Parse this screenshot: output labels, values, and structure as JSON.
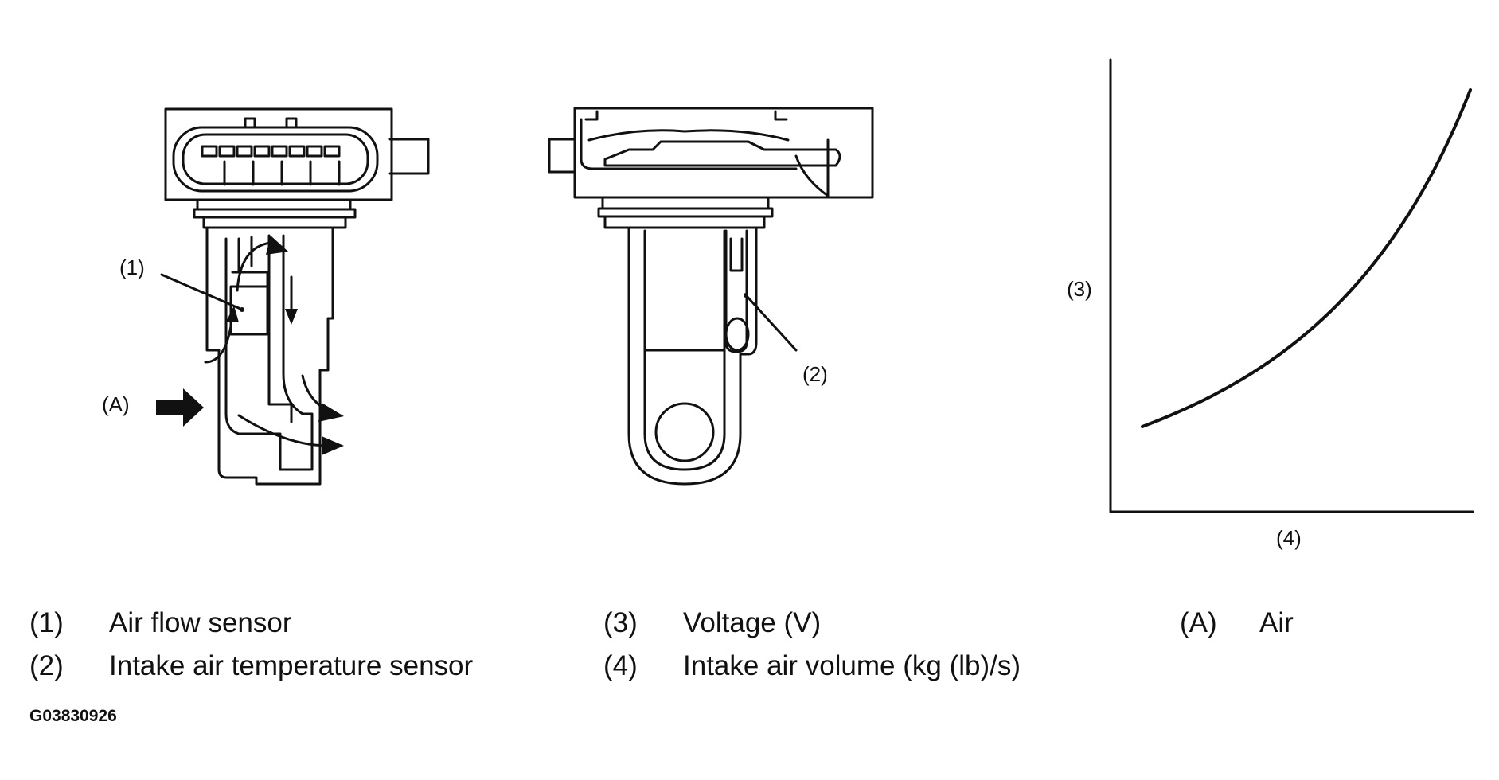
{
  "callouts": {
    "c1": "(1)",
    "c2": "(2)",
    "cA": "(A)",
    "c3": "(3)",
    "c4": "(4)"
  },
  "legend": [
    {
      "key": "(1)",
      "text": "Air flow sensor"
    },
    {
      "key": "(2)",
      "text": "Intake air temperature sensor"
    },
    {
      "key": "(3)",
      "text": "Voltage (V)"
    },
    {
      "key": "(4)",
      "text": "Intake air volume (kg (lb)/s)"
    },
    {
      "key": "(A)",
      "text": "Air"
    }
  ],
  "figure_id": "G03830926",
  "colors": {
    "ink": "#111111",
    "background": "#ffffff"
  },
  "graph": {
    "trend": "increasing, concave-up",
    "axes": [
      "(3)",
      "(4)"
    ]
  }
}
